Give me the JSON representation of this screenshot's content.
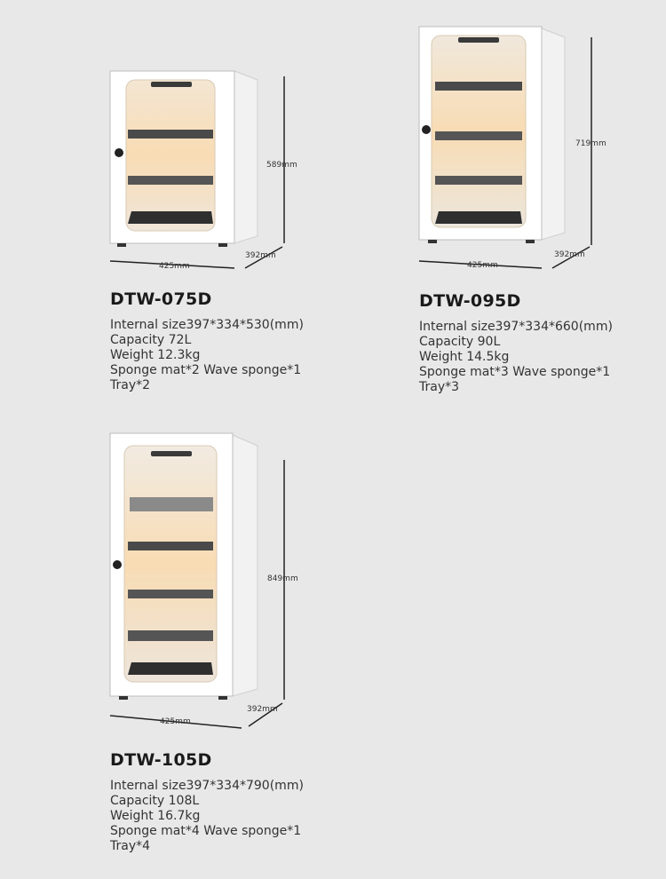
{
  "colors": {
    "background": "#e8e8e8",
    "cabinet_body": "#ffffff",
    "glow": "#f6e2c2",
    "shelf": "#4a4a4a"
  },
  "products": [
    {
      "model": "DTW-075D",
      "dims": {
        "height": "589mm",
        "width": "425mm",
        "depth": "392mm"
      },
      "specs": [
        "Internal size397*334*530(mm)",
        "Capacity 72L",
        "Weight 12.3kg",
        "Sponge mat*2 Wave sponge*1",
        "Tray*2"
      ]
    },
    {
      "model": "DTW-095D",
      "dims": {
        "height": "719mm",
        "width": "425mm",
        "depth": "392mm"
      },
      "specs": [
        "Internal size397*334*660(mm)",
        "Capacity 90L",
        "Weight 14.5kg",
        "Sponge mat*3 Wave sponge*1",
        "Tray*3"
      ]
    },
    {
      "model": "DTW-105D",
      "dims": {
        "height": "849mm",
        "width": "425mm",
        "depth": "392mm"
      },
      "specs": [
        "Internal size397*334*790(mm)",
        "Capacity 108L",
        "Weight 16.7kg",
        "Sponge mat*4 Wave sponge*1",
        "Tray*4"
      ]
    }
  ]
}
